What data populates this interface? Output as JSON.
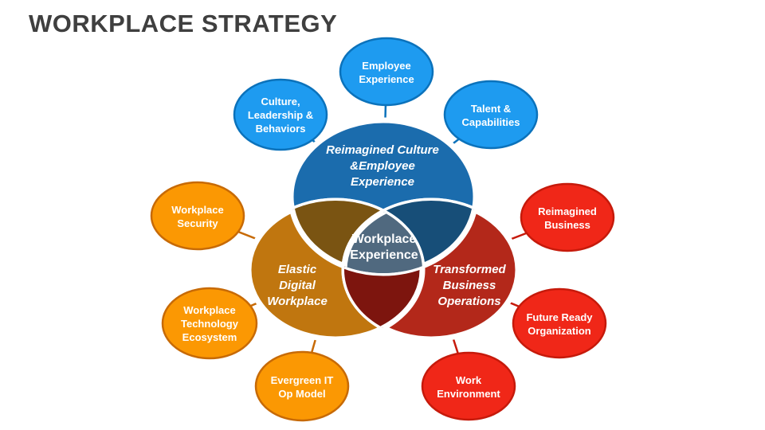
{
  "title": "WORKPLACE STRATEGY",
  "colors": {
    "title_text": "#3F3F3F",
    "label_text": "#FFFFFF",
    "background": "#FFFFFF",
    "connector_blue": "#0B72BB",
    "connector_orange": "#C76A06",
    "connector_red": "#C61A0B"
  },
  "venn": {
    "circles": [
      {
        "name": "reimagined-culture-employee-experience",
        "lines": [
          "Reimagined Culture",
          "&Employee",
          "Experience"
        ],
        "fill": "#1B6CAD"
      },
      {
        "name": "elastic-digital-workplace",
        "lines": [
          "Elastic",
          "Digital",
          "Workplace"
        ],
        "fill": "#C0760F"
      },
      {
        "name": "transformed-business-operations",
        "lines": [
          "Transformed",
          "Business",
          "Operations"
        ],
        "fill": "#B3281A"
      }
    ],
    "overlaps": {
      "culture_elastic": "#7A5412",
      "culture_transformed": "#174E78",
      "elastic_transformed": "#7D150E"
    },
    "center": {
      "lines": [
        "Workplace",
        "Experience"
      ],
      "fill": "#50697F"
    }
  },
  "satellites": [
    {
      "name": "employee-experience",
      "lines": [
        "Employee",
        "Experience"
      ],
      "fill": "#1E9BF0",
      "stroke": "#0B72BB"
    },
    {
      "name": "culture-leadership-behaviors",
      "lines": [
        "Culture,",
        "Leadership &",
        "Behaviors"
      ],
      "fill": "#1E9BF0",
      "stroke": "#0B72BB"
    },
    {
      "name": "talent-capabilities",
      "lines": [
        "Talent &",
        "Capabilities"
      ],
      "fill": "#1E9BF0",
      "stroke": "#0B72BB"
    },
    {
      "name": "workplace-security",
      "lines": [
        "Workplace",
        "Security"
      ],
      "fill": "#FB9803",
      "stroke": "#C76A06"
    },
    {
      "name": "workplace-technology-ecosystem",
      "lines": [
        "Workplace",
        "Technology",
        "Ecosystem"
      ],
      "fill": "#FB9803",
      "stroke": "#C76A06"
    },
    {
      "name": "evergreen-it-op-model",
      "lines": [
        "Evergreen IT",
        "Op Model"
      ],
      "fill": "#FB9803",
      "stroke": "#C76A06"
    },
    {
      "name": "reimagined-business",
      "lines": [
        "Reimagined",
        "Business"
      ],
      "fill": "#F02718",
      "stroke": "#C61A0B"
    },
    {
      "name": "future-ready-organization",
      "lines": [
        "Future Ready",
        "Organization"
      ],
      "fill": "#F02718",
      "stroke": "#C61A0B"
    },
    {
      "name": "work-environment",
      "lines": [
        "Work",
        "Environment"
      ],
      "fill": "#F02718",
      "stroke": "#C61A0B"
    }
  ]
}
